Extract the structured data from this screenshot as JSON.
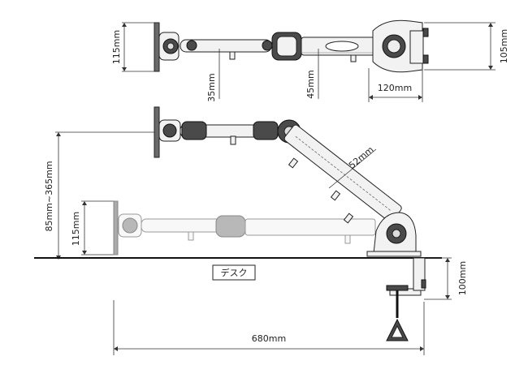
{
  "dimensions": {
    "top_panel_height": "115mm",
    "top_base_height": "105mm",
    "top_arm1_offset": "35mm",
    "top_arm2_offset": "45mm",
    "top_base_width": "120mm",
    "arm_diameter": "52mm",
    "height_range": "85mm~365mm",
    "low_panel_height": "115mm",
    "clamp_depth": "100mm",
    "total_reach": "680mm"
  },
  "desk_label": "デスク"
}
